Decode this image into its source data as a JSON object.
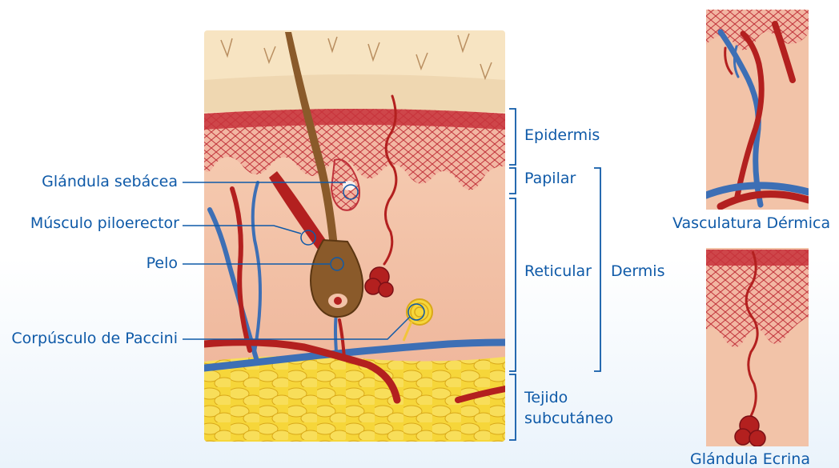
{
  "colors": {
    "accent": "#0f5aa8",
    "epidermis": "#e8b79a",
    "dermis": "#f2c3a8",
    "surface": "#f7e4c2",
    "blood_red": "#b3201f",
    "vein_blue": "#3d6fb5",
    "fat_yellow": "#f3cc2e"
  },
  "left_labels": {
    "sebaceous": "Glándula sebácea",
    "arrector": "Músculo piloerector",
    "hair": "Pelo",
    "paccini": "Corpúsculo de Paccini"
  },
  "right_labels": {
    "epidermis": "Epidermis",
    "papillary": "Papilar",
    "reticular": "Reticular",
    "dermis": "Dermis",
    "subcutaneous_line1": "Tejido",
    "subcutaneous_line2": "subcutáneo"
  },
  "insets": {
    "vasculature": "Vasculatura Dérmica",
    "eccrine": "Glándula Ecrina"
  }
}
